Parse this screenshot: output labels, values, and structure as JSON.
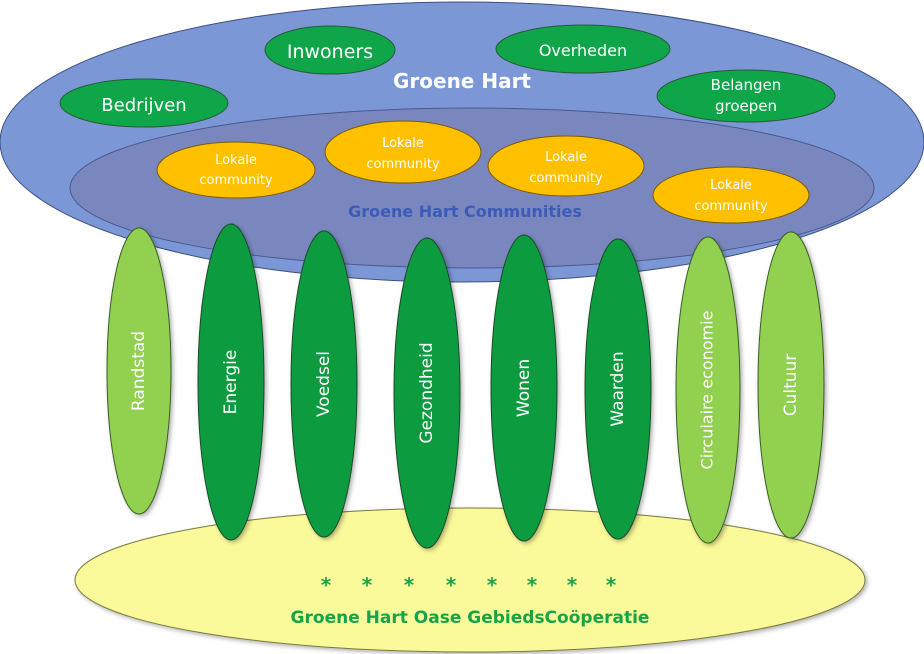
{
  "top": {
    "title": "Groene Hart",
    "stakeholders": [
      "Inwoners",
      "Overheden",
      "Bedrijven",
      "Belangen groepen"
    ],
    "stakeholder_belangen_line1": "Belangen",
    "stakeholder_belangen_line2": "groepen"
  },
  "communities": {
    "title": "Groene Hart Communities",
    "item_line1": "Lokale",
    "item_line2": "community"
  },
  "pillars": [
    "Randstad",
    "Energie",
    "Voedsel",
    "Gezondheid",
    "Wonen",
    "Waarden",
    "Circulaire economie",
    "Cultuur"
  ],
  "base": {
    "title": "Groene Hart Oase GebiedsCoöperatie",
    "stars": [
      "*",
      "*",
      "*",
      "*",
      "*",
      "*",
      "*",
      "*"
    ]
  },
  "colors": {
    "top_ellipse": "#7b97d6",
    "inner_ellipse": "#7a87bf",
    "stakeholder": "#0fa64a",
    "community": "#ffc000",
    "pillar_dark": "#109b40",
    "pillar_light": "#92d050",
    "base": "#fafa9a",
    "base_text": "#16a34a",
    "communities_text": "#3a5bb8"
  }
}
